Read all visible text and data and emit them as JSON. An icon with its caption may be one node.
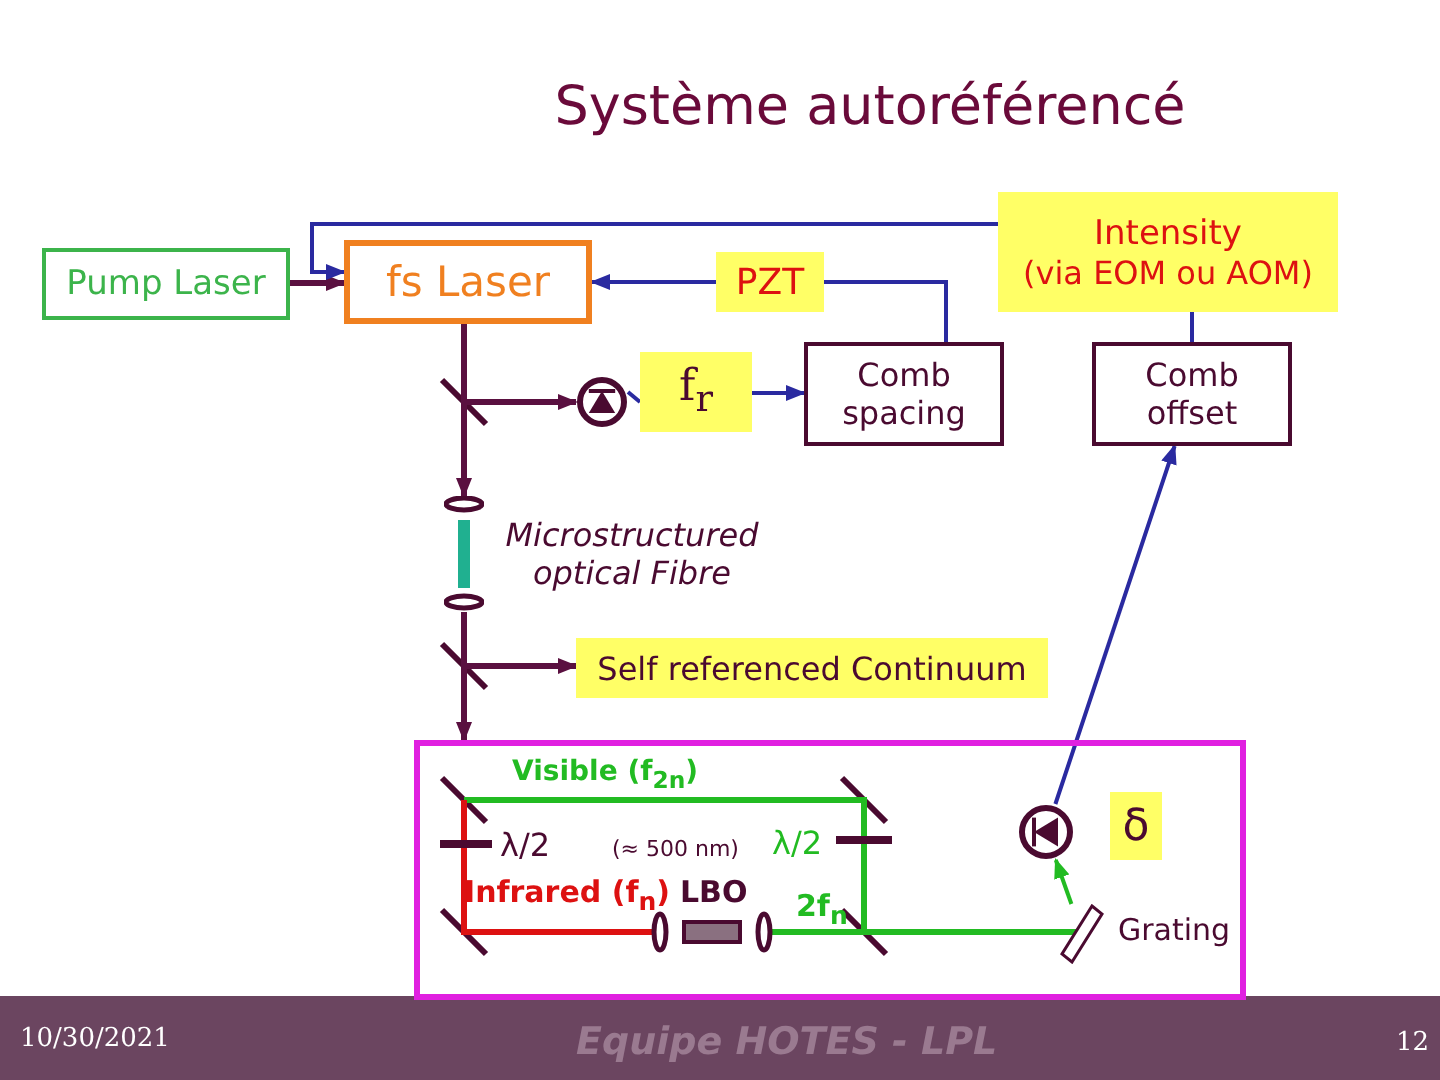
{
  "diagram": {
    "title": "Système autoréférencé",
    "nodes": [
      {
        "text": [
          "Pump Laser"
        ]
      },
      {
        "text": [
          "fs Laser"
        ]
      },
      {
        "text": [
          "PZT"
        ]
      },
      {
        "text": [
          "Intensity",
          "(via EOM ou AOM)"
        ]
      },
      {
        "text": [
          "f$_{r}$"
        ]
      },
      {
        "text": [
          "Comb spacing"
        ]
      },
      {
        "text": [
          "Comb offset"
        ]
      },
      {
        "text": [],
        "shape": "circle"
      },
      {
        "text": [],
        "shape": "bar",
        "beside": [
          "Microstructured optical Fibre"
        ]
      },
      {
        "text": [
          "Self referenced Continuum"
        ]
      },
      {
        "text": [],
        "shape": "box"
      },
      {
        "text": [],
        "shape": "circle",
        "in": 10
      },
      {
        "text": [
          "δ"
        ],
        "in": 10
      },
      {
        "text": [],
        "shape": "bar",
        "beside": [
          "Grating"
        ],
        "in": 10
      }
    ],
    "edges": [
      {
        "from": 0,
        "to": 1,
        "arrow": "to",
        "color": "#5a1040"
      },
      {
        "from": 3,
        "to": 1,
        "arrow": "to"
      },
      {
        "from": 2,
        "to": 1,
        "arrow": "to"
      },
      {
        "from": 5,
        "to": 2,
        "arrow": "none"
      },
      {
        "from": 6,
        "to": 3,
        "arrow": "none"
      },
      {
        "from": 4,
        "to": 5,
        "arrow": "to"
      },
      {
        "from": 11,
        "to": 6,
        "arrow": "to"
      },
      {
        "from": 7,
        "to": 4,
        "arrow": "none"
      },
      {
        "from": 1,
        "to": 7,
        "arrow": "to",
        "color": "#5a1040"
      },
      {
        "from": 1,
        "to": 8,
        "arrow": "to",
        "color": "#5a1040"
      },
      {
        "from": 8,
        "to": 9,
        "arrow": "to",
        "color": "#5a1040"
      },
      {
        "from": 8,
        "to": 10,
        "arrow": "to",
        "color": "#5a1040"
      },
      {
        "from": 13,
        "to": 11,
        "arrow": "to",
        "color": "#22bb22"
      }
    ],
    "labels": [
      "Visible (f$_{2n}$)",
      "λ/2",
      "(≈ 500 nm)",
      "λ/2",
      "Infrared (f$_{n}$)",
      "LBO",
      "2f$_{n}$",
      "10/30/2021",
      "Equipe HOTES - LPL",
      "12"
    ]
  }
}
